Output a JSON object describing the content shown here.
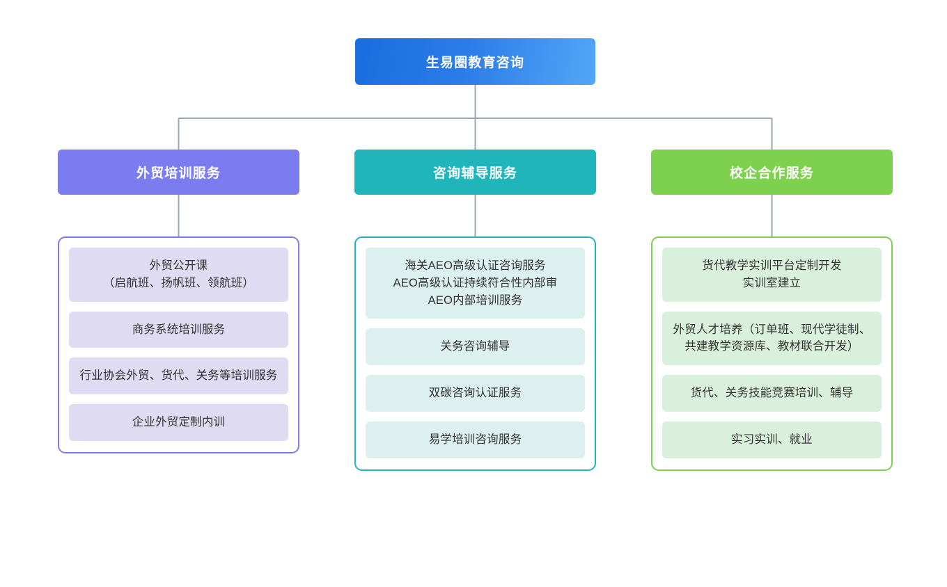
{
  "diagram": {
    "type": "organizational-tree",
    "orientation": "top-down",
    "root": {
      "label": "生易圈教育咨询",
      "color": "#1a6ddf",
      "gradient_to": "#52a6f7",
      "text_color": "#ffffff"
    },
    "connector_color": "#9aa8b0",
    "background_color": "#ffffff",
    "branches": [
      {
        "label": "外贸培训服务",
        "header_color": "#7b7cf0",
        "item_color": "#dedbf2",
        "border_color": "#7b7cf0",
        "text_color": "#333333",
        "items": [
          {
            "label": "外贸公开课\n（启航班、扬帆班、领航班）"
          },
          {
            "label": "商务系统培训服务"
          },
          {
            "label": "行业协会外贸、货代、关务等培训服务"
          },
          {
            "label": "企业外贸定制内训"
          }
        ]
      },
      {
        "label": "咨询辅导服务",
        "header_color": "#1fb5ba",
        "item_color": "#ddf0f0",
        "border_color": "#1fb5ba",
        "text_color": "#333333",
        "items": [
          {
            "label": "海关AEO高级认证咨询服务\nAEO高级认证持续符合性内部审\nAEO内部培训服务"
          },
          {
            "label": "关务咨询辅导"
          },
          {
            "label": "双碳咨询认证服务"
          },
          {
            "label": "易学培训咨询服务"
          }
        ]
      },
      {
        "label": "校企合作服务",
        "header_color": "#7ed04f",
        "item_color": "#d9f0dc",
        "border_color": "#7ed04f",
        "text_color": "#333333",
        "items": [
          {
            "label": "货代教学实训平台定制开发\n实训室建立"
          },
          {
            "label": "外贸人才培养（订单班、现代学徒制、共建教学资源库、教材联合开发）"
          },
          {
            "label": "货代、关务技能竞赛培训、辅导"
          },
          {
            "label": "实习实训、就业"
          }
        ]
      }
    ]
  }
}
